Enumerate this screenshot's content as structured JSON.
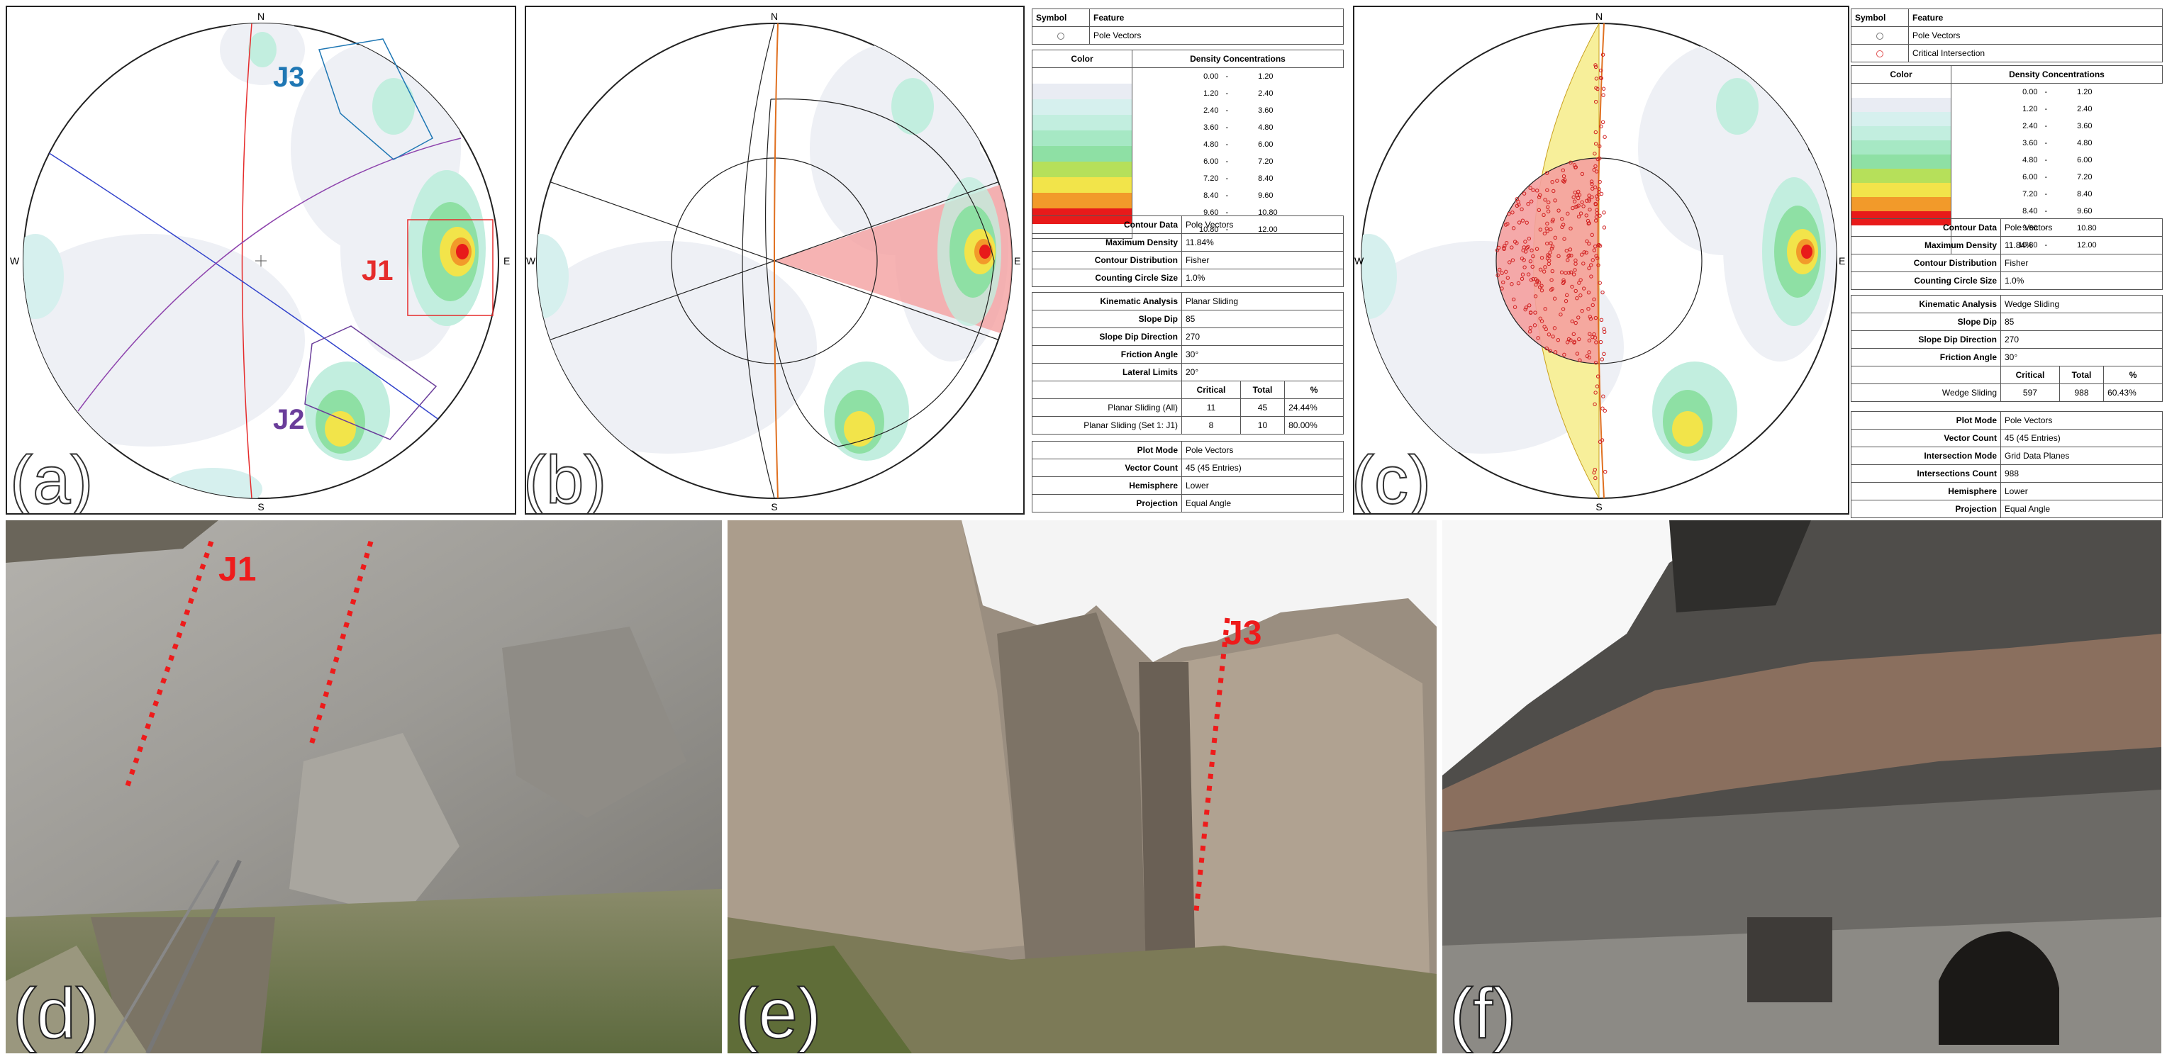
{
  "panels": {
    "a": {
      "letter": "(a)",
      "compass": {
        "N": "N",
        "S": "S",
        "E": "E",
        "W": "W"
      },
      "sets": [
        "J1",
        "J2",
        "J3"
      ]
    },
    "b": {
      "letter": "(b)",
      "compass": {
        "N": "N",
        "S": "S",
        "E": "E",
        "W": "W"
      }
    },
    "c": {
      "letter": "(c)",
      "compass": {
        "N": "N",
        "S": "S",
        "E": "E",
        "W": "W"
      }
    },
    "d": {
      "letter": "(d)",
      "set_label": "J1"
    },
    "e": {
      "letter": "(e)",
      "set_label": "J3"
    },
    "f": {
      "letter": "(f)"
    }
  },
  "table_b": {
    "legend_header": [
      "Symbol",
      "Feature"
    ],
    "legend_rows": [
      "Pole Vectors"
    ],
    "density_header": [
      "Color",
      "Density Concentrations"
    ],
    "density_ranges": [
      [
        "0.00",
        "1.20"
      ],
      [
        "1.20",
        "2.40"
      ],
      [
        "2.40",
        "3.60"
      ],
      [
        "3.60",
        "4.80"
      ],
      [
        "4.80",
        "6.00"
      ],
      [
        "6.00",
        "7.20"
      ],
      [
        "7.20",
        "8.40"
      ],
      [
        "8.40",
        "9.60"
      ],
      [
        "9.60",
        "10.80"
      ],
      [
        "10.80",
        "12.00"
      ]
    ],
    "contour": [
      [
        "Contour Data",
        "Pole Vectors"
      ],
      [
        "Maximum Density",
        "11.84%"
      ],
      [
        "Contour Distribution",
        "Fisher"
      ],
      [
        "Counting Circle Size",
        "1.0%"
      ]
    ],
    "kinematic": [
      [
        "Kinematic Analysis",
        "Planar Sliding"
      ],
      [
        "Slope Dip",
        "85"
      ],
      [
        "Slope Dip Direction",
        "270"
      ],
      [
        "Friction Angle",
        "30°"
      ],
      [
        "Lateral Limits",
        "20°"
      ]
    ],
    "result_header": [
      "Critical",
      "Total",
      "%"
    ],
    "results": [
      [
        "Planar Sliding (All)",
        "11",
        "45",
        "24.44%"
      ],
      [
        "Planar Sliding (Set 1: J1)",
        "8",
        "10",
        "80.00%"
      ]
    ],
    "plot": [
      [
        "Plot Mode",
        "Pole Vectors"
      ],
      [
        "Vector Count",
        "45 (45 Entries)"
      ],
      [
        "Hemisphere",
        "Lower"
      ],
      [
        "Projection",
        "Equal Angle"
      ]
    ]
  },
  "table_c": {
    "legend_header": [
      "Symbol",
      "Feature"
    ],
    "legend_rows": [
      "Pole Vectors",
      "Critical Intersection"
    ],
    "density_header": [
      "Color",
      "Density Concentrations"
    ],
    "density_ranges": [
      [
        "0.00",
        "1.20"
      ],
      [
        "1.20",
        "2.40"
      ],
      [
        "2.40",
        "3.60"
      ],
      [
        "3.60",
        "4.80"
      ],
      [
        "4.80",
        "6.00"
      ],
      [
        "6.00",
        "7.20"
      ],
      [
        "7.20",
        "8.40"
      ],
      [
        "8.40",
        "9.60"
      ],
      [
        "9.60",
        "10.80"
      ],
      [
        "10.80",
        "12.00"
      ]
    ],
    "contour": [
      [
        "Contour Data",
        "Pole Vectors"
      ],
      [
        "Maximum Density",
        "11.84%"
      ],
      [
        "Contour Distribution",
        "Fisher"
      ],
      [
        "Counting Circle Size",
        "1.0%"
      ]
    ],
    "kinematic": [
      [
        "Kinematic Analysis",
        "Wedge Sliding"
      ],
      [
        "Slope Dip",
        "85"
      ],
      [
        "Slope Dip Direction",
        "270"
      ],
      [
        "Friction Angle",
        "30°"
      ]
    ],
    "result_header": [
      "Critical",
      "Total",
      "%"
    ],
    "results": [
      [
        "Wedge Sliding",
        "597",
        "988",
        "60.43%"
      ]
    ],
    "plot": [
      [
        "Plot Mode",
        "Pole Vectors"
      ],
      [
        "Vector Count",
        "45 (45 Entries)"
      ],
      [
        "Intersection Mode",
        "Grid Data Planes"
      ],
      [
        "Intersections Count",
        "988"
      ],
      [
        "Hemisphere",
        "Lower"
      ],
      [
        "Projection",
        "Equal Angle"
      ]
    ]
  },
  "colors": {
    "density": [
      "#ffffff",
      "#e9ecf3",
      "#d6f0ee",
      "#c2eedf",
      "#a6e8c4",
      "#8ee0a4",
      "#7cd672",
      "#b6e05a",
      "#f2e44a",
      "#f29a2a",
      "#e81a1a"
    ],
    "j1": "#e52b2b",
    "j2": "#6a3d9a",
    "j3": "#1f77b4",
    "slope_line": "#e07020",
    "planar_zone": "#f4a0a0",
    "wedge_zone": "#f7ef9a"
  }
}
